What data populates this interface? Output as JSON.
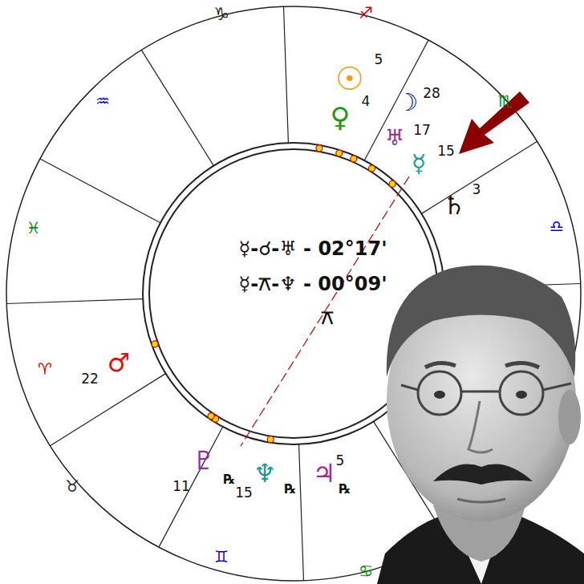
{
  "diagram": {
    "labels": [
      "♑",
      "♐",
      "♏",
      "♎",
      "♒",
      "♓",
      "♈",
      "♉",
      "♊",
      "♋",
      "☉",
      "5",
      "♀",
      "4",
      "☽",
      "28",
      "♅",
      "17",
      "☿",
      "15",
      "♄",
      "3",
      "♂",
      "22",
      "♇",
      "11",
      "℞",
      "15",
      "♆",
      "℞",
      "♃",
      "5",
      "℞",
      "☿-☌-♅ - 02°17'",
      "☿-⚻-♆ - 00°09'",
      "⚻"
    ]
  }
}
